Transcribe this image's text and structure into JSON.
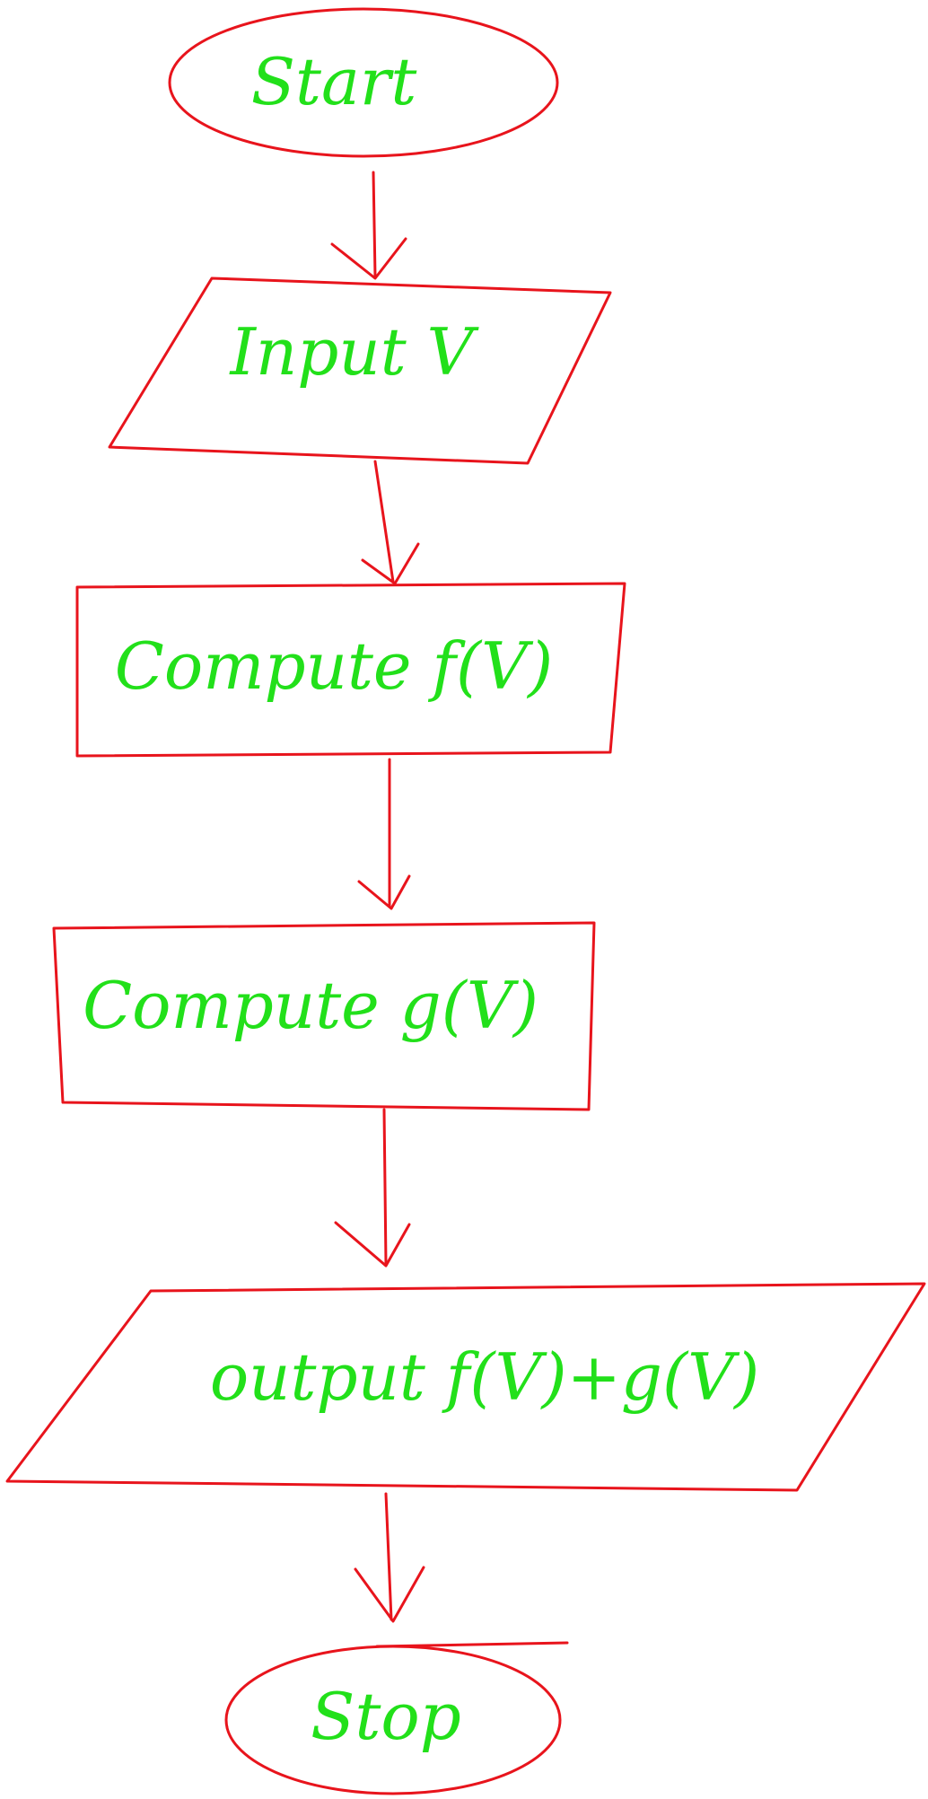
{
  "diagram": {
    "type": "flowchart",
    "colors": {
      "outline": "#e8141c",
      "text": "#22e01a"
    },
    "nodes": [
      {
        "id": "start",
        "shape": "terminator",
        "label": "Start"
      },
      {
        "id": "input",
        "shape": "input-output",
        "label": "Input V"
      },
      {
        "id": "compute-f",
        "shape": "process",
        "label": "Compute f(V)"
      },
      {
        "id": "compute-g",
        "shape": "process",
        "label": "Compute g(V)"
      },
      {
        "id": "output",
        "shape": "input-output",
        "label": "output f(V)+g(V)"
      },
      {
        "id": "stop",
        "shape": "terminator",
        "label": "Stop"
      }
    ],
    "edges": [
      {
        "from": "start",
        "to": "input"
      },
      {
        "from": "input",
        "to": "compute-f"
      },
      {
        "from": "compute-f",
        "to": "compute-g"
      },
      {
        "from": "compute-g",
        "to": "output"
      },
      {
        "from": "output",
        "to": "stop"
      }
    ]
  }
}
